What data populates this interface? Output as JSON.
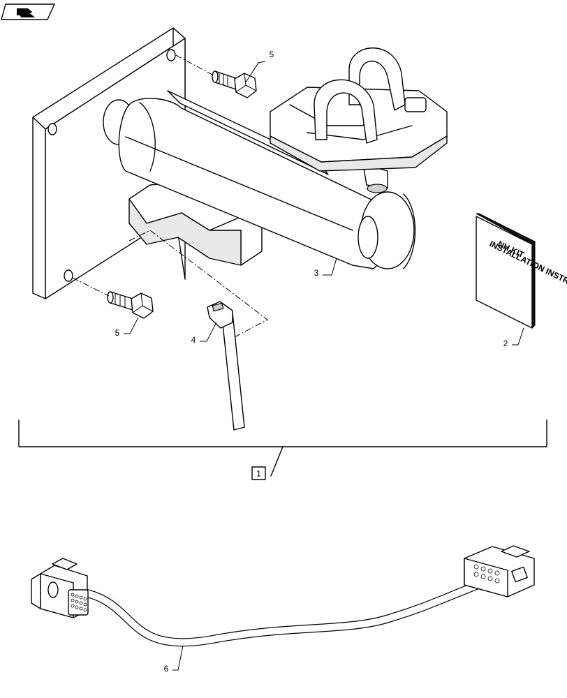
{
  "callouts": {
    "kit": "1",
    "manual": "2",
    "mount": "3",
    "cable_tie": "4",
    "bolt_upper": "5",
    "bolt_lower": "5",
    "harness": "6"
  },
  "manual_cover": {
    "line1": "NH KIT",
    "line2": "INSTALLATION INSTRUCTIONS"
  },
  "icons": {
    "corner_badge": "page-forward-icon"
  }
}
